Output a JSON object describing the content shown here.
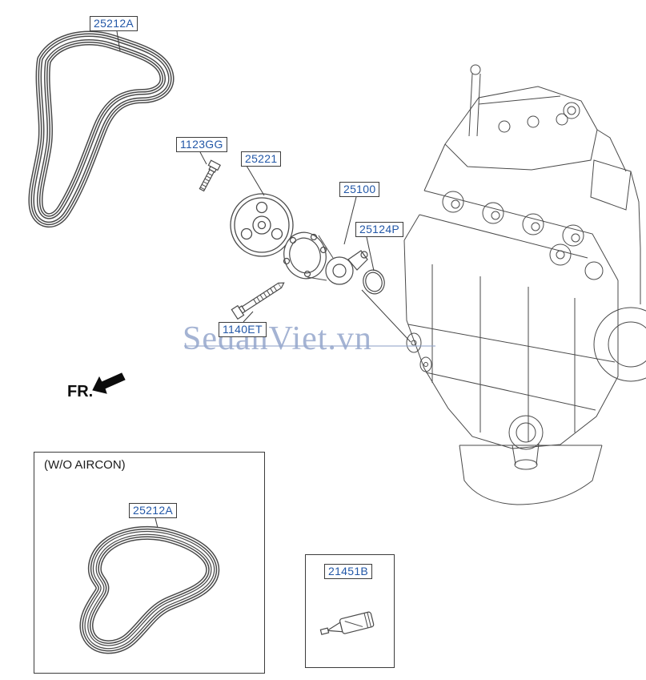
{
  "diagram": {
    "watermark": "SedanViet.vn",
    "front_label": "FR.",
    "variant_note": "(W/O AIRCON)"
  },
  "parts": {
    "belt": {
      "code": "25212A"
    },
    "bolt_pulley": {
      "code": "1123GG"
    },
    "pulley": {
      "code": "25221"
    },
    "water_pump": {
      "code": "25100"
    },
    "o_ring": {
      "code": "25124P"
    },
    "bolt_pump": {
      "code": "1140ET"
    },
    "belt_wo_aircon": {
      "code": "25212A"
    },
    "sealant": {
      "code": "21451B"
    }
  },
  "colors": {
    "part_link": "#2257a7",
    "line_art": "#4a4a4a",
    "watermark": "#94a6cb"
  }
}
